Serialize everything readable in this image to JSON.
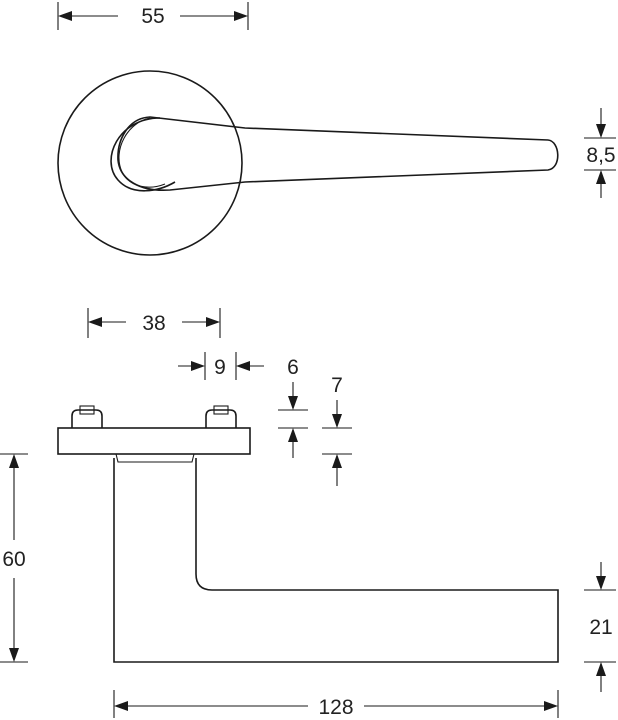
{
  "dimensions": {
    "rose_diameter": "55",
    "lever_thickness": "8,5",
    "rose_to_plate": "38",
    "slot_width": "9",
    "plate_height_a": "6",
    "plate_height_b": "7",
    "lever_height": "60",
    "lever_tip_height": "21",
    "lever_length": "128"
  },
  "colors": {
    "line": "#1a1a1a",
    "background": "#ffffff"
  }
}
